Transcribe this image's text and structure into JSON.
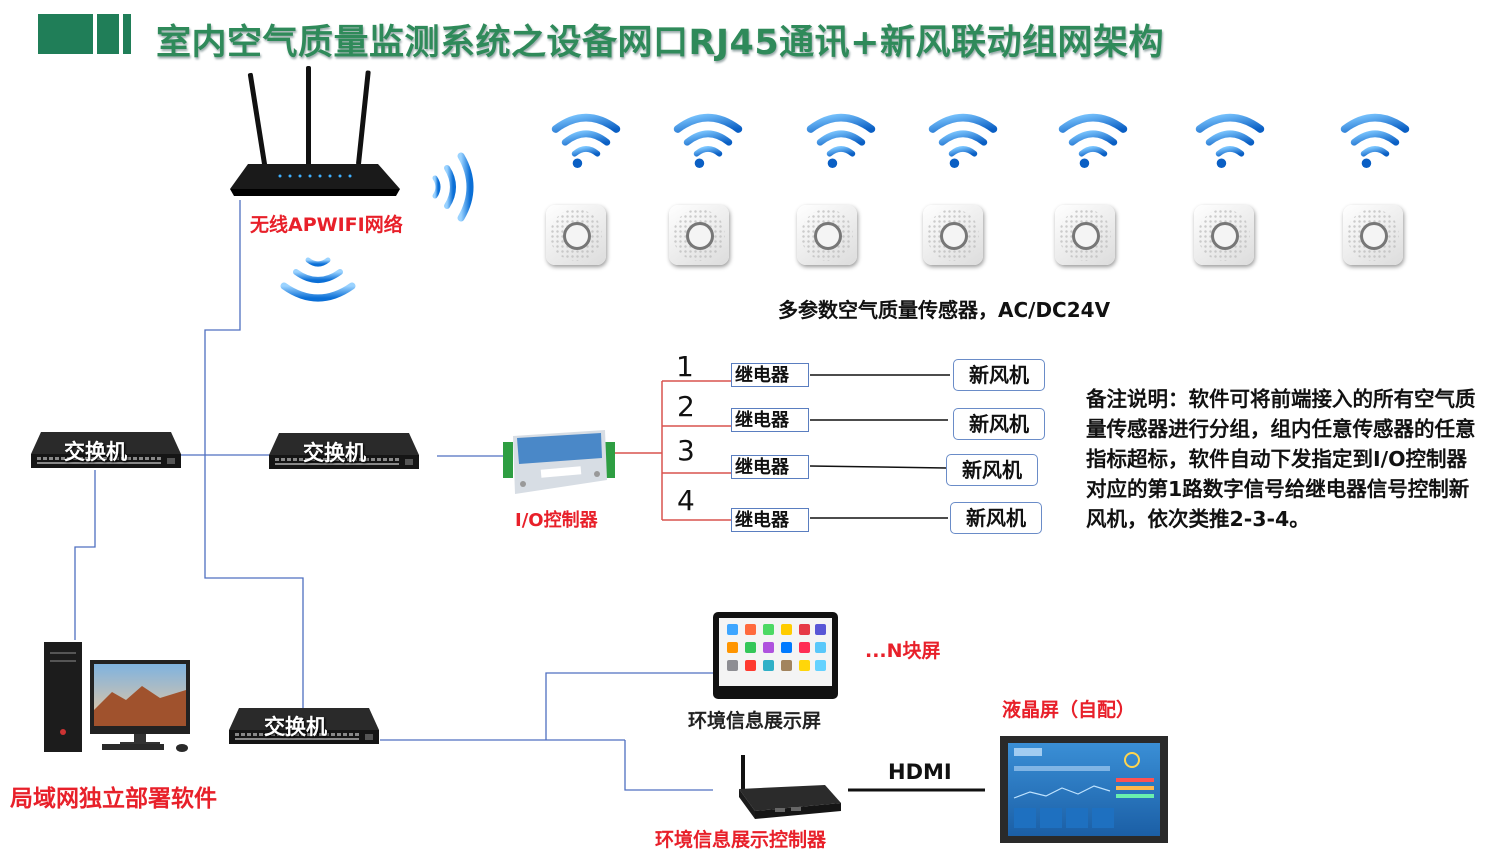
{
  "title": "室内空气质量监测系统之设备网口RJ45通讯+新风联动组网架构",
  "router_label": "无线APWIFI网络",
  "sensor_label": "多参数空气质量传感器，AC/DC24V",
  "switch_label": "交换机",
  "io_controller_label": "I/O控制器",
  "relay_label": "继电器",
  "fan_label": "新风机",
  "channels": [
    "1",
    "2",
    "3",
    "4"
  ],
  "note": "备注说明：软件可将前端接入的所有空气质量传感器进行分组，组内任意传感器的任意指标超标，软件自动下发指定到I/O控制器对应的第1路数字信号给继电器信号控制新风机，依次类推2-3-4。",
  "pc_label": "局域网独立部署软件",
  "display_screen_label": "环境信息展示屏",
  "n_screens_label": "...N块屏",
  "display_controller_label": "环境信息展示控制器",
  "hdmi_label": "HDMI",
  "lcd_label": "液晶屏（自配）",
  "colors": {
    "title": "#2f8a5a",
    "red": "#e8202a",
    "line_blue": "#4f6fc0",
    "line_red": "#d9534f",
    "bar": "#207e58"
  }
}
